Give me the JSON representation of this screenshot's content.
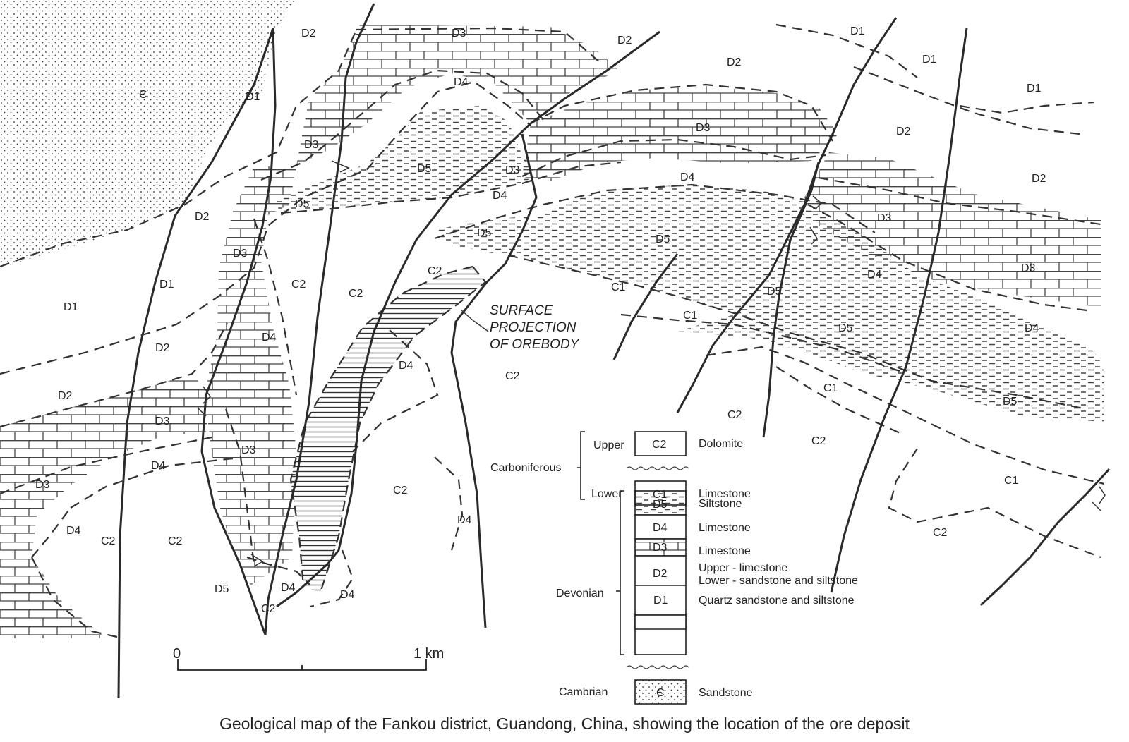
{
  "caption": "Geological map of the Fankou district, Guandong, China, showing the location of the ore deposit",
  "orebody_label": [
    "SURFACE",
    "PROJECTION",
    "OF OREBODY"
  ],
  "scale": {
    "start": "0",
    "end": "1 km"
  },
  "map_units": [
    "Є",
    "D1",
    "D2",
    "D3",
    "D4",
    "D5",
    "C1",
    "C2"
  ],
  "legend": {
    "carboniferous": {
      "name": "Carboniferous",
      "upper": {
        "sub": "Upper",
        "code": "C2",
        "desc": "Dolomite"
      },
      "lower": {
        "sub": "Lower",
        "code": "C1",
        "desc": "Limestone"
      }
    },
    "devonian": {
      "name": "Devonian",
      "items": [
        {
          "code": "D5",
          "desc": "Siltstone"
        },
        {
          "code": "D4",
          "desc": "Limestone"
        },
        {
          "code": "D3",
          "desc": "Limestone"
        },
        {
          "code": "D2",
          "desc": "Upper - limestone",
          "desc2": "Lower - sandstone and siltstone"
        },
        {
          "code": "D1",
          "desc": "Quartz sandstone and siltstone"
        }
      ]
    },
    "cambrian": {
      "name": "Cambrian",
      "code": "Є",
      "desc": "Sandstone"
    }
  },
  "colors": {
    "line": "#2a2a2a",
    "background": "#ffffff"
  }
}
